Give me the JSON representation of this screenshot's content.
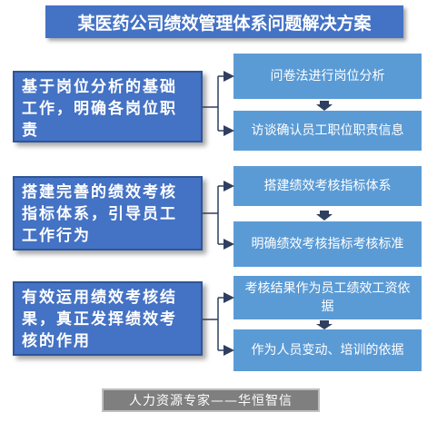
{
  "title": "某医药公司绩效管理体系问题解决方案",
  "groups": [
    {
      "left": "基于岗位分析的基础工作，明确各岗位职责",
      "right": [
        "问卷法进行岗位分析",
        "访谈确认员工职位职责信息"
      ]
    },
    {
      "left": "搭建完善的绩效考核指标体系，引导员工工作行为",
      "right": [
        "搭建绩效考核指标体系",
        "明确绩效考核指标考核标准"
      ]
    },
    {
      "left": "有效运用绩效考核结果，真正发挥绩效考核的作用",
      "right": [
        "考核结果作为员工绩效工资依据",
        "作为人员变动、培训的依据"
      ]
    }
  ],
  "footer": "人力资源专家——华恒智信",
  "colors": {
    "title_bg": "#4472c4",
    "left_bg": "#4472c4",
    "right_bg": "#5b9bd5",
    "arrow": "#2f3f5f",
    "footer_bg": "#7f7f7f"
  }
}
